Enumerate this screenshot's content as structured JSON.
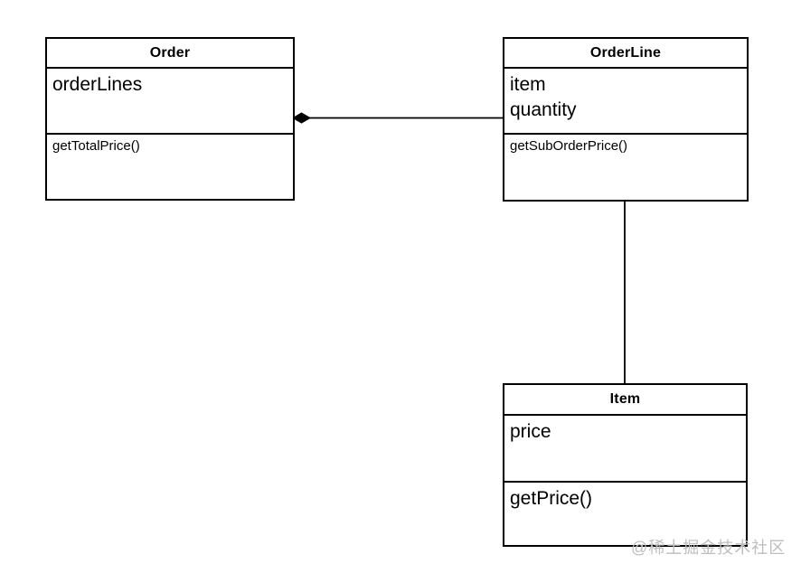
{
  "classes": [
    {
      "name": "Order",
      "attributes": [
        "orderLines"
      ],
      "methods": [
        "getTotalPrice()"
      ]
    },
    {
      "name": "OrderLine",
      "attributes": [
        "item",
        "quantity"
      ],
      "methods": [
        "getSubOrderPrice()"
      ]
    },
    {
      "name": "Item",
      "attributes": [
        "price"
      ],
      "methods": [
        "getPrice()"
      ]
    }
  ],
  "relationships": [
    {
      "from": "Order",
      "to": "OrderLine",
      "type": "composition",
      "marker": "filled-diamond"
    },
    {
      "from": "OrderLine",
      "to": "Item",
      "type": "association",
      "marker": "none"
    }
  ],
  "watermark": {
    "text": "@稀土掘金技术社区"
  },
  "colors": {
    "line": "#000000",
    "background": "#ffffff",
    "watermark": "#bdbdbd"
  }
}
